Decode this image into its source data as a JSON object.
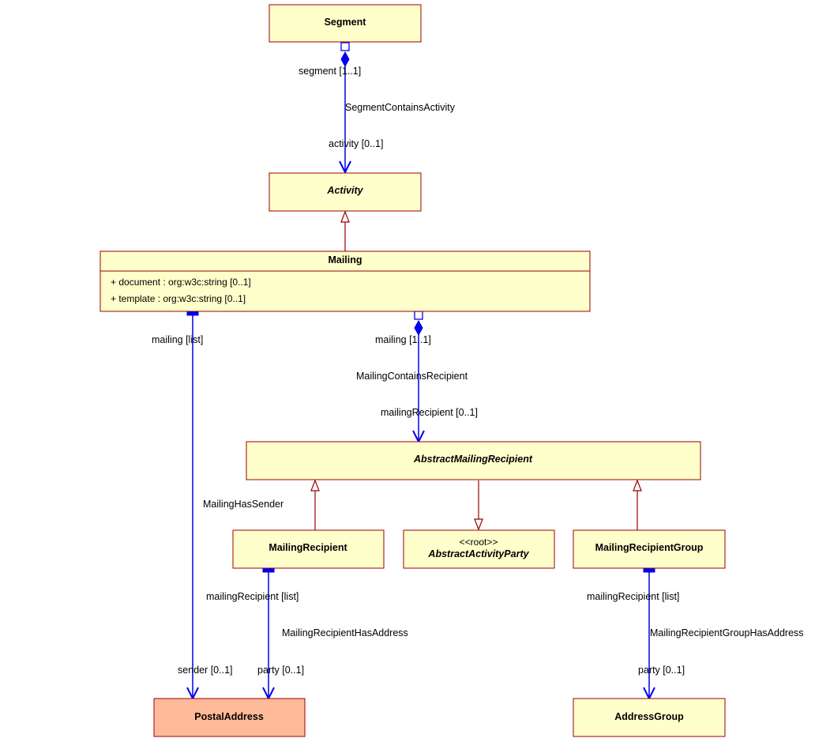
{
  "classes": {
    "segment": "Segment",
    "activity": "Activity",
    "mailing": "Mailing",
    "mailing_attr_1": "+ document : org:w3c:string [0..1]",
    "mailing_attr_2": "+ template : org:w3c:string [0..1]",
    "abstract_mailing_recipient": "AbstractMailingRecipient",
    "mailing_recipient": "MailingRecipient",
    "abstract_activity_party_stereotype": "<<root>>",
    "abstract_activity_party": "AbstractActivityParty",
    "mailing_recipient_group": "MailingRecipientGroup",
    "postal_address": "PostalAddress",
    "address_group": "AddressGroup"
  },
  "associations": {
    "segment_contains_activity": {
      "name": "SegmentContainsActivity",
      "source_role": "segment [1..1]",
      "target_role": "activity [0..1]"
    },
    "mailing_contains_recipient": {
      "name": "MailingContainsRecipient",
      "source_role": "mailing [1..1]",
      "target_role": "mailingRecipient [0..1]"
    },
    "mailing_has_sender": {
      "name": "MailingHasSender",
      "source_role": "mailing [list]",
      "target_role": "sender [0..1]"
    },
    "mailing_recipient_has_address": {
      "name": "MailingRecipientHasAddress",
      "source_role": "mailingRecipient [list]",
      "target_role": "party [0..1]"
    },
    "mailing_recipient_group_has_address": {
      "name": "MailingRecipientGroupHasAddress",
      "source_role": "mailingRecipient [list]",
      "target_role": "party [0..1]"
    }
  },
  "colors": {
    "class_fill": "#ffffcc",
    "external_class_fill": "#ffbb99",
    "class_border": "#990000",
    "association_line": "#0000ee"
  }
}
